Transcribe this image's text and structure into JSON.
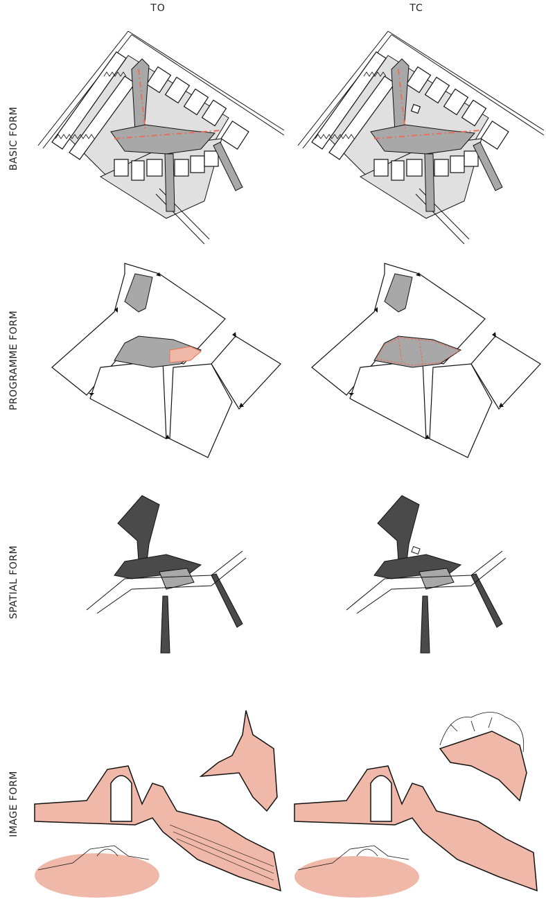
{
  "columns": [
    {
      "label": "TO"
    },
    {
      "label": "TC"
    }
  ],
  "rows": [
    {
      "label": "BASIC FORM"
    },
    {
      "label": "PROGRAMME FORM"
    },
    {
      "label": "SPATIAL FORM"
    },
    {
      "label": "IMAGE FORM"
    }
  ],
  "colors": {
    "accent": "#f0b8a8",
    "accent_dash": "#e8705a",
    "light_gray": "#e0e0e0",
    "mid_gray": "#a8a8a8",
    "dark_gray": "#4a4a4a",
    "line": "#111111"
  }
}
